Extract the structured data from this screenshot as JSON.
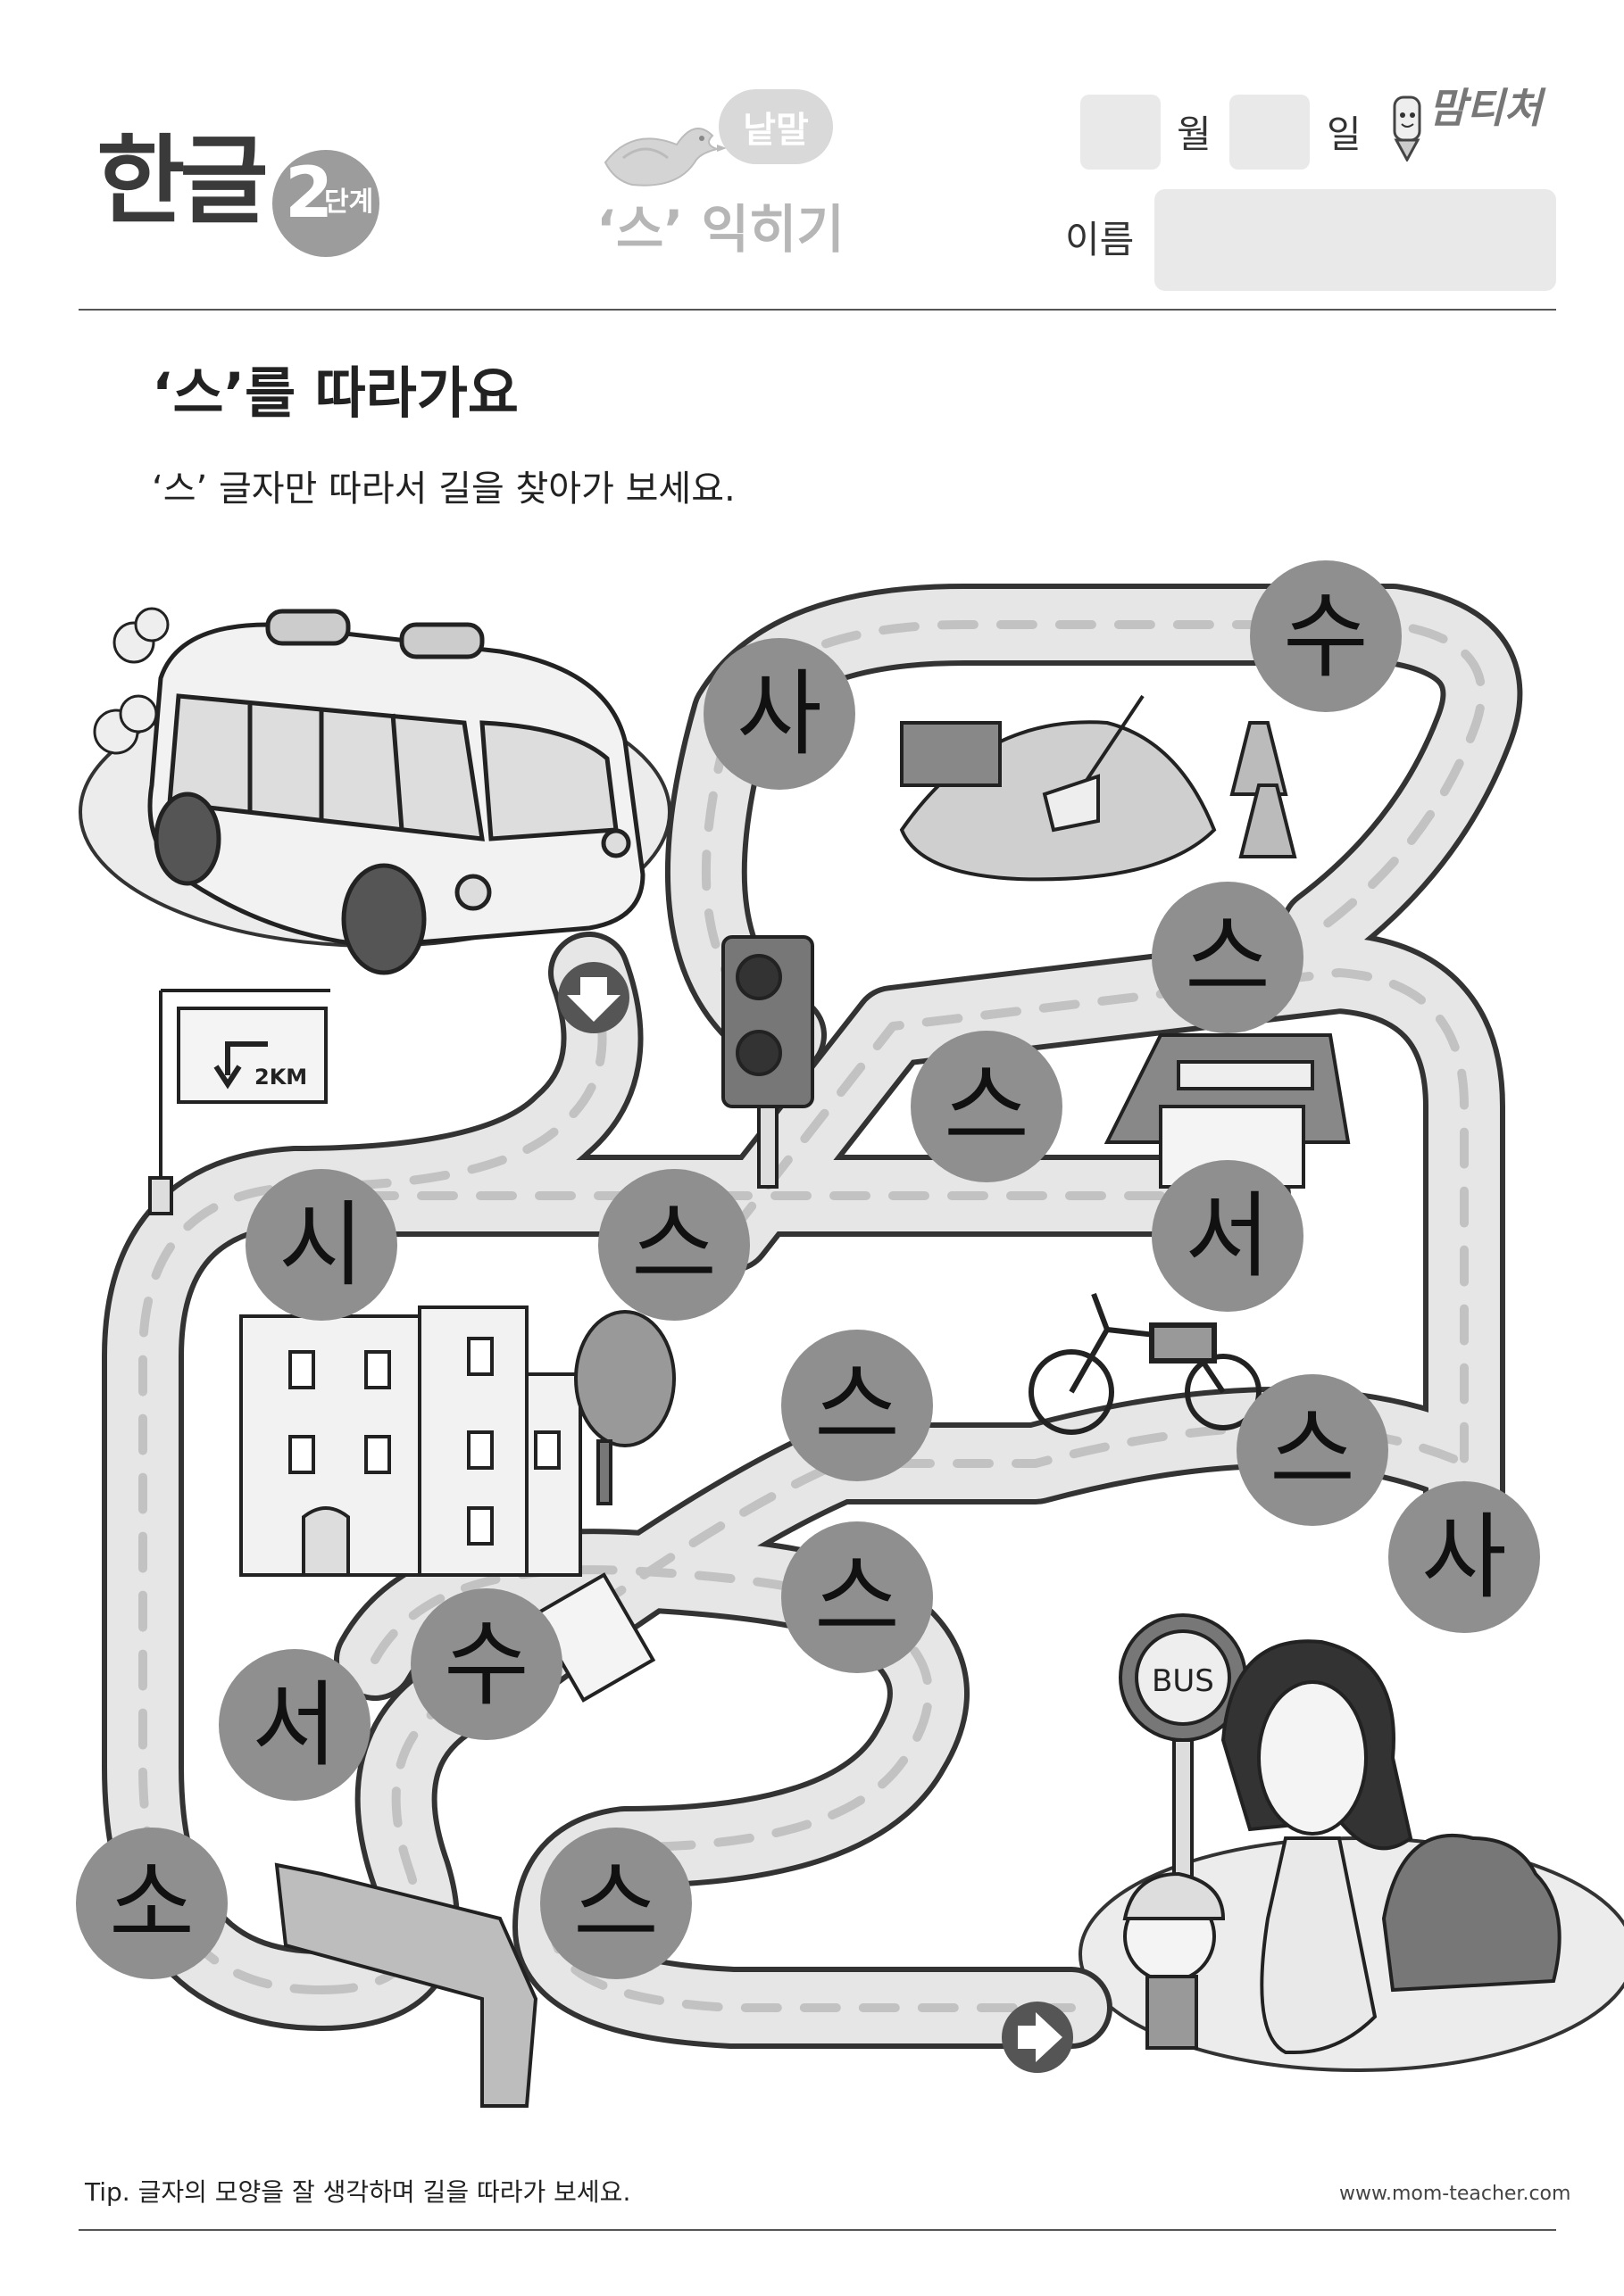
{
  "header": {
    "title": "한글",
    "level_number": "2",
    "level_word": "단계",
    "lesson_tag": "낱말",
    "lesson_subtitle": "‘스’ 익히기",
    "date_month_label": "월",
    "date_day_label": "일",
    "name_label": "이름",
    "logo_text": "맘티처"
  },
  "question": {
    "title": "‘스’를 따라가요",
    "description": "‘스’ 글자만 따라서 길을 찾아가 보세요."
  },
  "illustration": {
    "sign_text": "2KM",
    "bus_stop_sign": "BUS"
  },
  "maze": {
    "syllables": [
      "사",
      "수",
      "스",
      "스",
      "서",
      "시",
      "스",
      "스",
      "스",
      "사",
      "스",
      "수",
      "서",
      "소",
      "스"
    ]
  },
  "footer": {
    "tip": "Tip. 글자의 모양을 잘 생각하며 길을 따라가 보세요.",
    "url": "www.mom-teacher.com"
  },
  "colors": {
    "syllable_circle": "#8f8f8f",
    "road_fill": "#e6e6e6",
    "road_outline": "#333333",
    "road_dash": "#c8c8c8",
    "badge": "#9c9c9c",
    "input_box": "#e9e9e9"
  }
}
